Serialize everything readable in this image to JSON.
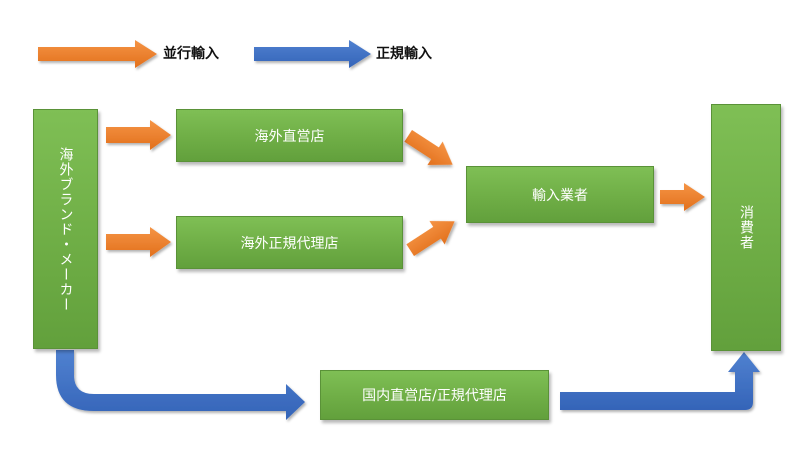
{
  "legend": {
    "parallel_import": "並行輸入",
    "regular_import": "正規輸入"
  },
  "nodes": {
    "brand_maker": "海外ブランド・メーカー",
    "overseas_direct_store": "海外直営店",
    "overseas_authorized_agent": "海外正規代理店",
    "importer": "輸入業者",
    "domestic_store": "国内直営店/正規代理店",
    "consumer": "消費者"
  },
  "colors": {
    "parallel_arrow": "#f07f2a",
    "regular_arrow": "#3f6fc4",
    "box_green": "#70ad47"
  }
}
